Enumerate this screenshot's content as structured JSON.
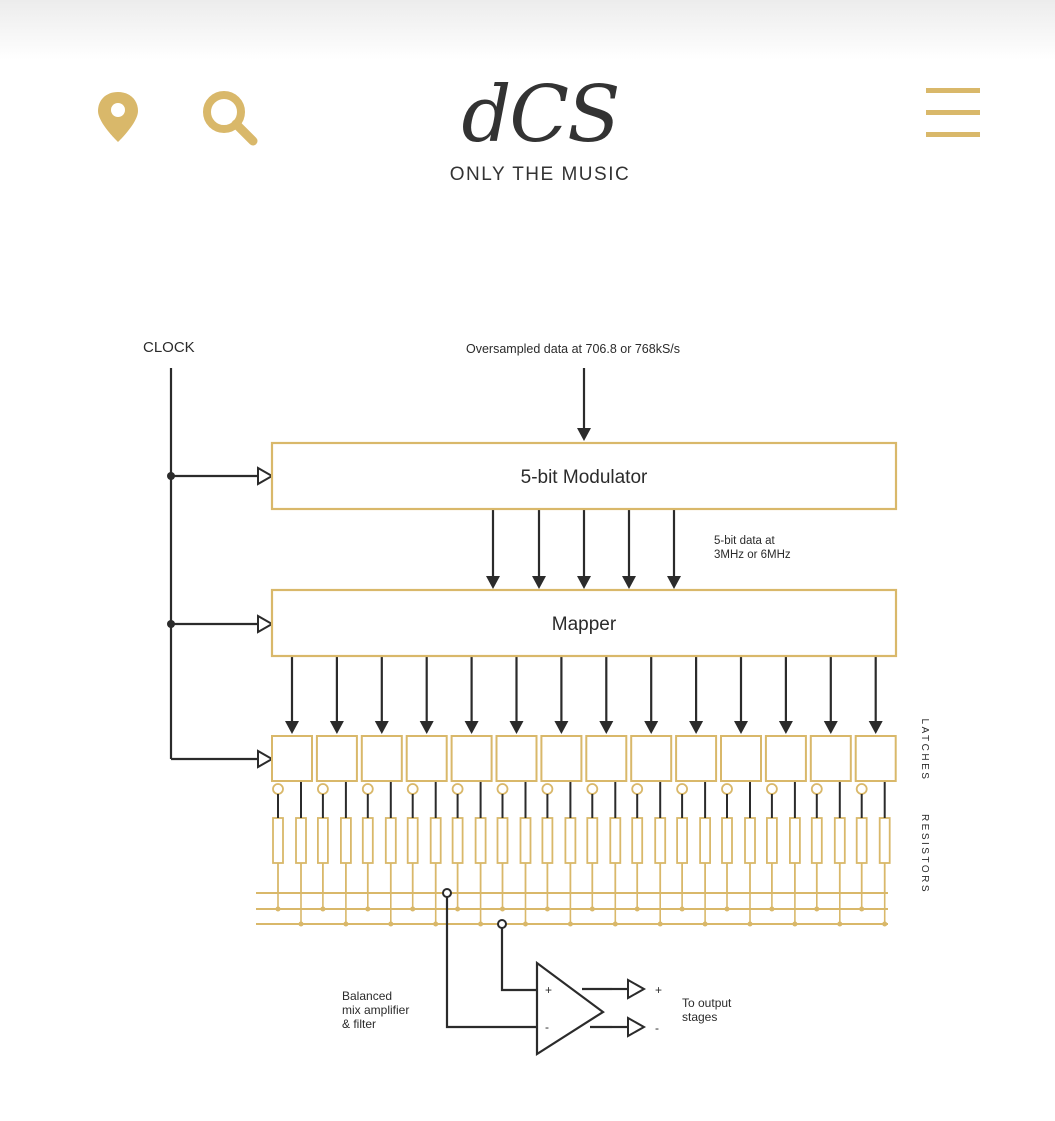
{
  "header": {
    "brand": "dCS",
    "tagline": "ONLY THE MUSIC",
    "icons": [
      "location-pin-icon",
      "search-icon",
      "menu-icon"
    ],
    "accent_color": "#d9b86a"
  },
  "diagram": {
    "clock_label": "CLOCK",
    "input_label": "Oversampled data at 706.8 or 768kS/s",
    "modulator_label": "5-bit Modulator",
    "data_rate_line1": "5-bit data at",
    "data_rate_line2": "3MHz or 6MHz",
    "mapper_label": "Mapper",
    "latches_label": "LATCHES",
    "resistors_label": "RESISTORS",
    "amp_label_line1": "Balanced",
    "amp_label_line2": "mix amplifier",
    "amp_label_line3": "& filter",
    "plus_sign": "+",
    "minus_sign": "-",
    "output_label_line1": "To output",
    "output_label_line2": "stages",
    "line_color": "#2b2b2b",
    "block_color": "#d9b86a"
  }
}
